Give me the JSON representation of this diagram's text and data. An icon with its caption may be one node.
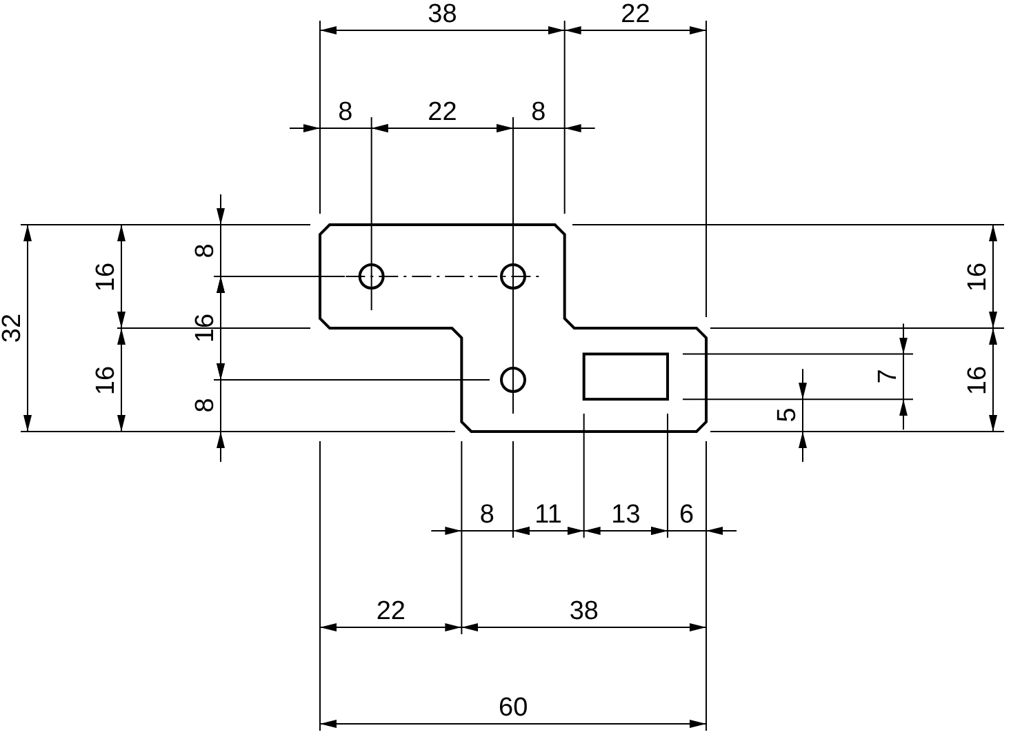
{
  "diagram": {
    "labels": [
      "38",
      "22",
      "8",
      "22",
      "8",
      "32",
      "16",
      "16",
      "8",
      "16",
      "8",
      "16",
      "16",
      "7",
      "5",
      "8",
      "11",
      "13",
      "6",
      "22",
      "38",
      "60"
    ]
  }
}
